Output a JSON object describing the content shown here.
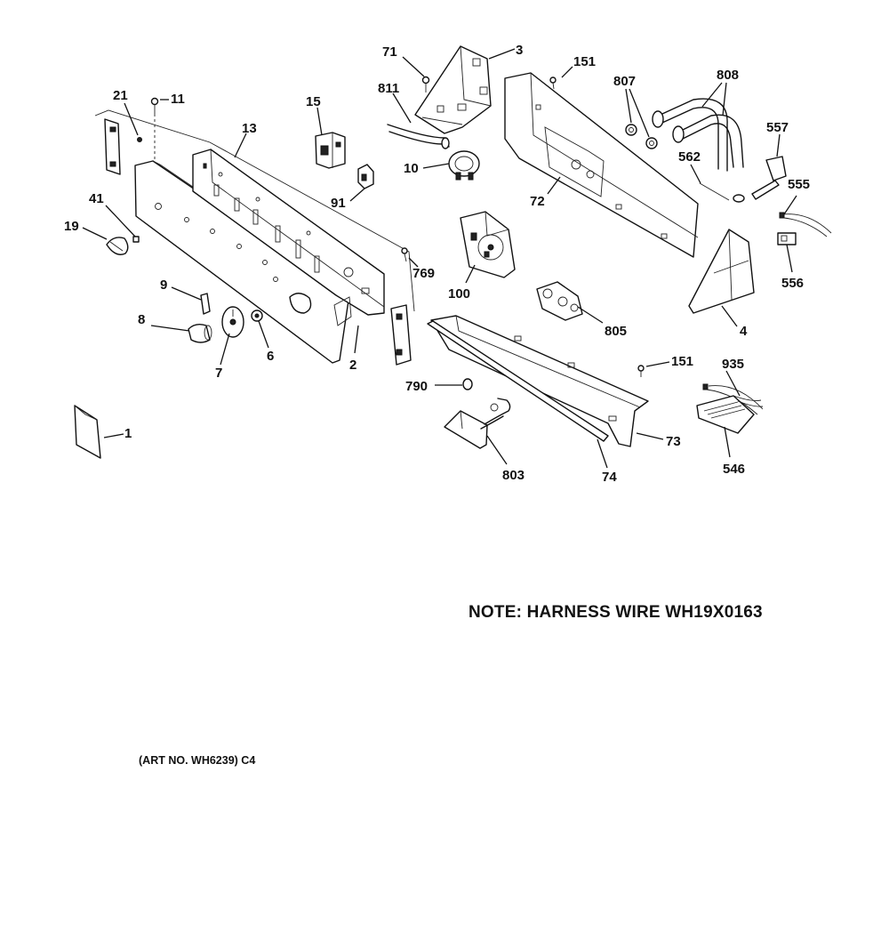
{
  "callouts": [
    {
      "id": "c1",
      "text": "1"
    },
    {
      "id": "c2",
      "text": "2"
    },
    {
      "id": "c3",
      "text": "3"
    },
    {
      "id": "c4",
      "text": "4"
    },
    {
      "id": "c6",
      "text": "6"
    },
    {
      "id": "c7",
      "text": "7"
    },
    {
      "id": "c8",
      "text": "8"
    },
    {
      "id": "c9",
      "text": "9"
    },
    {
      "id": "c10",
      "text": "10"
    },
    {
      "id": "c11",
      "text": "11"
    },
    {
      "id": "c13",
      "text": "13"
    },
    {
      "id": "c15",
      "text": "15"
    },
    {
      "id": "c19",
      "text": "19"
    },
    {
      "id": "c21",
      "text": "21"
    },
    {
      "id": "c41",
      "text": "41"
    },
    {
      "id": "c71",
      "text": "71"
    },
    {
      "id": "c72",
      "text": "72"
    },
    {
      "id": "c73",
      "text": "73"
    },
    {
      "id": "c74",
      "text": "74"
    },
    {
      "id": "c91",
      "text": "91"
    },
    {
      "id": "c100",
      "text": "100"
    },
    {
      "id": "c151a",
      "text": "151"
    },
    {
      "id": "c151b",
      "text": "151"
    },
    {
      "id": "c546",
      "text": "546"
    },
    {
      "id": "c555",
      "text": "555"
    },
    {
      "id": "c556",
      "text": "556"
    },
    {
      "id": "c557",
      "text": "557"
    },
    {
      "id": "c562",
      "text": "562"
    },
    {
      "id": "c769",
      "text": "769"
    },
    {
      "id": "c790",
      "text": "790"
    },
    {
      "id": "c803",
      "text": "803"
    },
    {
      "id": "c805",
      "text": "805"
    },
    {
      "id": "c807",
      "text": "807"
    },
    {
      "id": "c808",
      "text": "808"
    },
    {
      "id": "c811",
      "text": "811"
    },
    {
      "id": "c935",
      "text": "935"
    }
  ],
  "note": "NOTE: HARNESS WIRE WH19X0163",
  "art_number": "(ART NO. WH6239) C4"
}
